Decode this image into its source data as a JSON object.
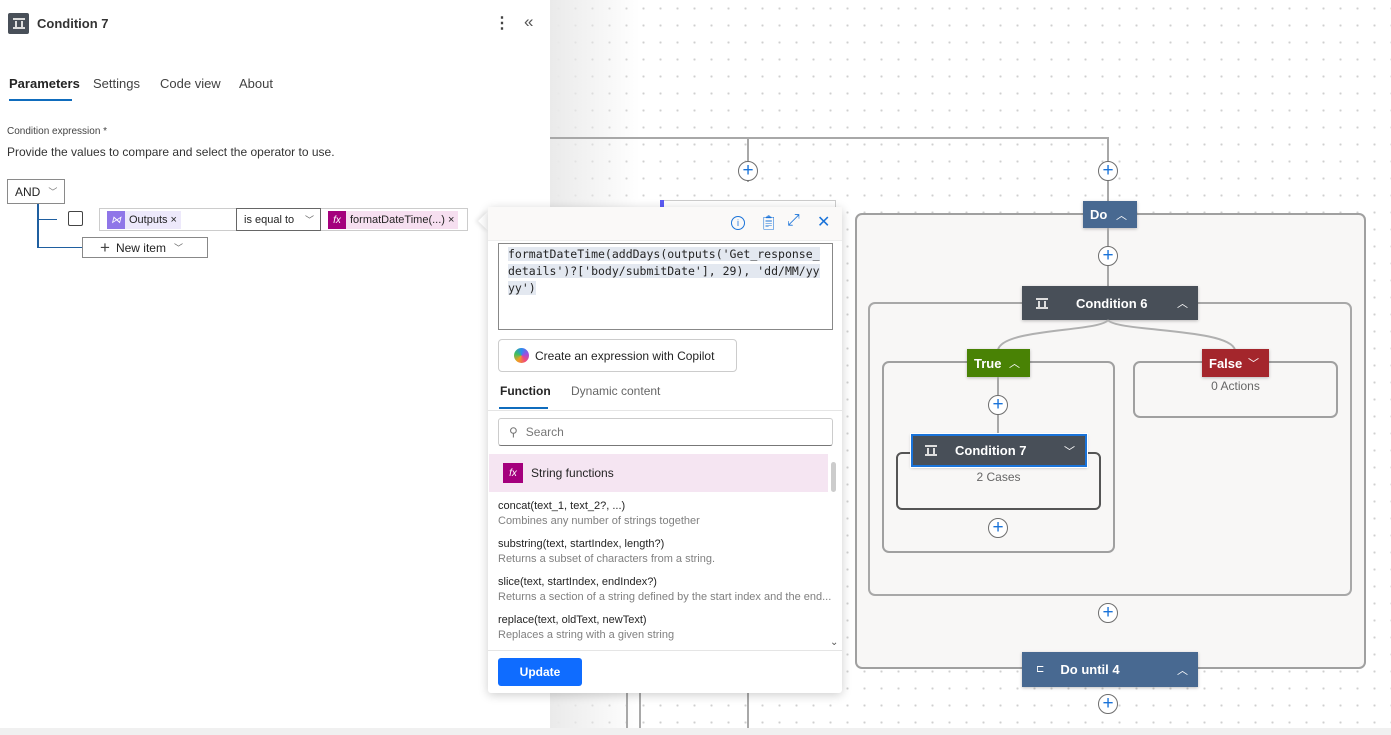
{
  "panel": {
    "title": "Condition 7",
    "tabs": [
      "Parameters",
      "Settings",
      "Code view",
      "About"
    ],
    "active_tab": "Parameters",
    "condition_label": "Condition expression *",
    "condition_help": "Provide the values to compare and select the operator to use.",
    "group_operator": "AND",
    "row": {
      "left_value": "Outputs",
      "operator": "is equal to",
      "right_value": "formatDateTime(...)"
    },
    "new_item_label": "New item"
  },
  "expression_editor": {
    "expression": "formatDateTime(addDays(outputs('Get_response_details')?['body/submitDate'], 29), 'dd/MM/yyyy')",
    "copilot_button": "Create an expression with Copilot",
    "tabs": [
      "Function",
      "Dynamic content"
    ],
    "active_tab": "Function",
    "search_placeholder": "Search",
    "category": "String functions",
    "functions": [
      {
        "signature": "concat(text_1, text_2?, ...)",
        "description": "Combines any number of strings together"
      },
      {
        "signature": "substring(text, startIndex, length?)",
        "description": "Returns a subset of characters from a string."
      },
      {
        "signature": "slice(text, startIndex, endIndex?)",
        "description": "Returns a section of a string defined by the start index and the end..."
      },
      {
        "signature": "replace(text, oldText, newText)",
        "description": "Replaces a string with a given string"
      }
    ],
    "update_button": "Update"
  },
  "flow": {
    "do_label": "Do",
    "condition6_label": "Condition 6",
    "true_label": "True",
    "false_label": "False",
    "false_summary": "0 Actions",
    "condition7_label": "Condition 7",
    "condition7_summary": "2 Cases",
    "do_until_label": "Do until 4"
  },
  "colors": {
    "accent": "#0f6cbd",
    "do_node": "#486991",
    "condition_node": "#484f58",
    "true_node": "#498205",
    "false_node": "#a4262c",
    "update_button": "#0f6cff",
    "string_fn": "#a4007d"
  }
}
